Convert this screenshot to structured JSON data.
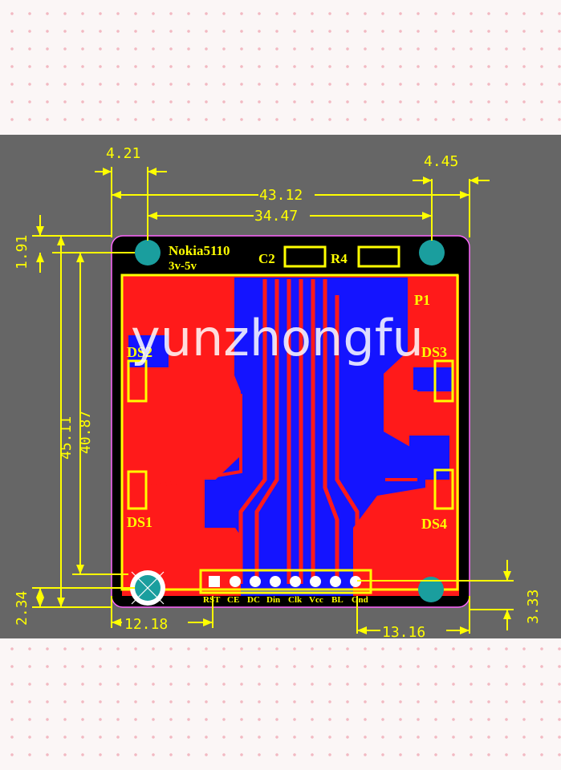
{
  "watermark": "yunzhongfu",
  "board": {
    "title": "Nokia5110",
    "voltage": "3v-5v",
    "labels": {
      "c2": "C2",
      "r4": "R4",
      "p1": "P1",
      "ds1": "DS1",
      "ds2": "DS2",
      "ds3": "DS3",
      "ds4": "DS4"
    },
    "pins": [
      "RST",
      "CE",
      "DC",
      "Din",
      "Clk",
      "Vcc",
      "BL",
      "Gnd"
    ]
  },
  "dimensions": {
    "top_left_offset": "4.21",
    "top_right_offset": "4.45",
    "outer_width": "43.12",
    "hole_spacing": "34.47",
    "top_edge_hole": "1.91",
    "outer_height": "45.11",
    "inner_height": "40.87",
    "bottom_hole": "2.34",
    "bottom_right_hole": "3.33",
    "header_left": "12.18",
    "header_right": "13.16"
  },
  "colors": {
    "copper_top": "#ff1a1a",
    "copper_bottom": "#1414ff",
    "silkscreen": "#ffff00",
    "pad": "#1a9e9e",
    "background": "#666666"
  }
}
